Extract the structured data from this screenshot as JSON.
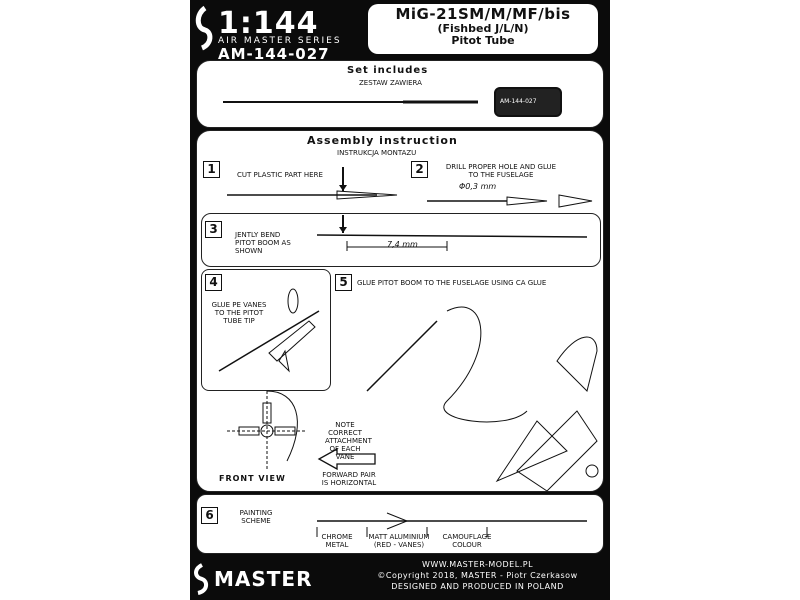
{
  "header": {
    "scale": "1:144",
    "series": "AIR MASTER SERIES",
    "code": "AM-144-027",
    "title_line1": "MiG-21SM/M/MF/bis",
    "title_line2": "(Fishbed J/L/N)",
    "title_line3": "Pitot Tube",
    "subtitle": "MiG-21SM/M/MF/bis - rurka Pitota"
  },
  "set": {
    "heading": "Set includes",
    "subheading": "Zestaw zawiera",
    "fret_text": "AM-144-027"
  },
  "assembly": {
    "heading": "Assembly instruction",
    "subheading": "Instrukcja montazu",
    "steps": [
      {
        "num": "1",
        "text": "Cut plastic part here"
      },
      {
        "num": "2",
        "text": "Drill proper hole and glue to the fuselage",
        "dim": "Φ0,3 mm"
      },
      {
        "num": "3",
        "text": "Jently bend pitot boom as shown",
        "dim": "7,4 mm"
      },
      {
        "num": "4",
        "text": "Glue PE vanes to the pitot tube tip"
      },
      {
        "num": "5",
        "text": "Glue pitot boom to the fuselage using CA glue"
      },
      {
        "num": "6",
        "text": "Painting scheme"
      }
    ],
    "note": "Note correct attachment of each vane",
    "forward": "Forward pair is horizontal",
    "front_view": "FRONT VIEW",
    "paint_labels": [
      "Chrome metal",
      "Matt aluminium (Red - Vanes)",
      "Camouflage colour"
    ]
  },
  "footer": {
    "logo": "MASTER",
    "url": "WWW.MASTER-MODEL.PL",
    "copyright": "©Copyright 2018, MASTER - Piotr Czerkasow",
    "made": "DESIGNED AND PRODUCED IN POLAND"
  }
}
